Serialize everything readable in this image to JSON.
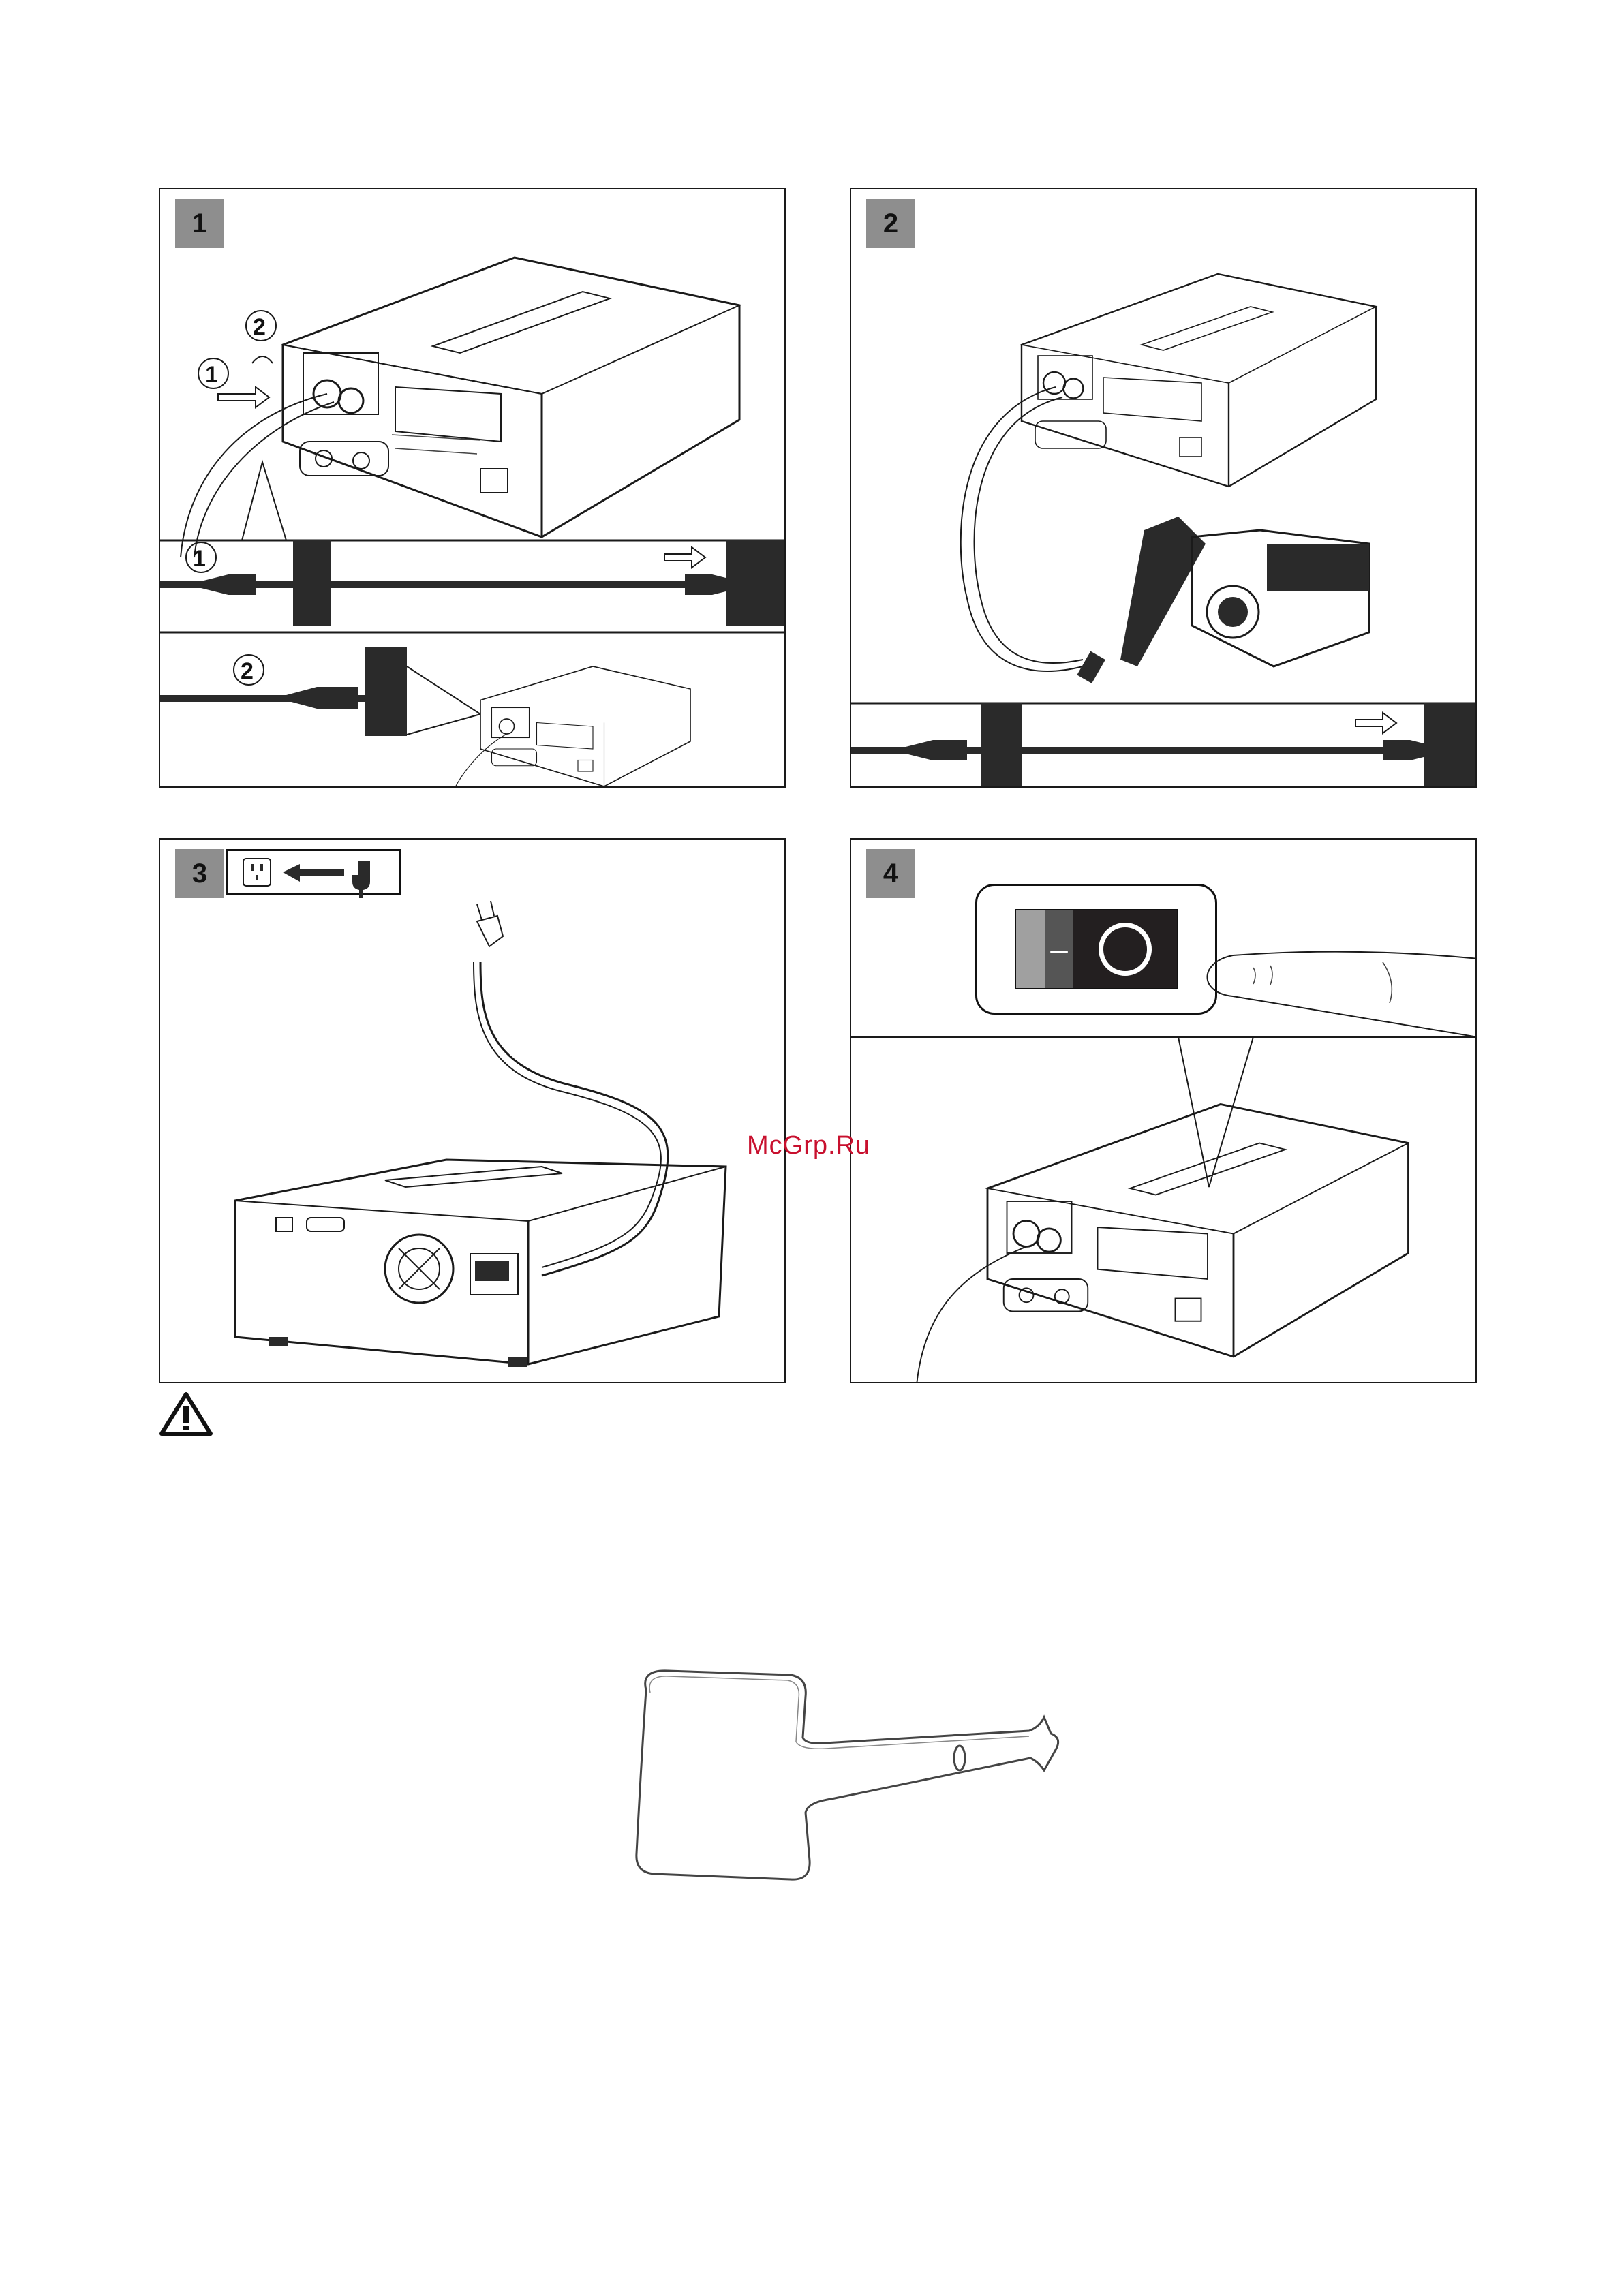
{
  "watermark": "McGrp.Ru",
  "panels": [
    {
      "step": "1",
      "callouts": [
        "1",
        "2"
      ],
      "inset_callouts": [
        "1",
        "2"
      ]
    },
    {
      "step": "2"
    },
    {
      "step": "3"
    },
    {
      "step": "4",
      "switch_labels": [
        "–",
        "O"
      ]
    }
  ],
  "icons": {
    "warning": "warning-triangle-icon",
    "outlet": "power-outlet-icon",
    "plug": "power-plug-icon"
  },
  "colors": {
    "badge": "#8e8e8e",
    "line": "#1a1a1a",
    "watermark": "#c8102e",
    "switch_dark": "#231f20",
    "switch_light": "#a0a0a0"
  }
}
